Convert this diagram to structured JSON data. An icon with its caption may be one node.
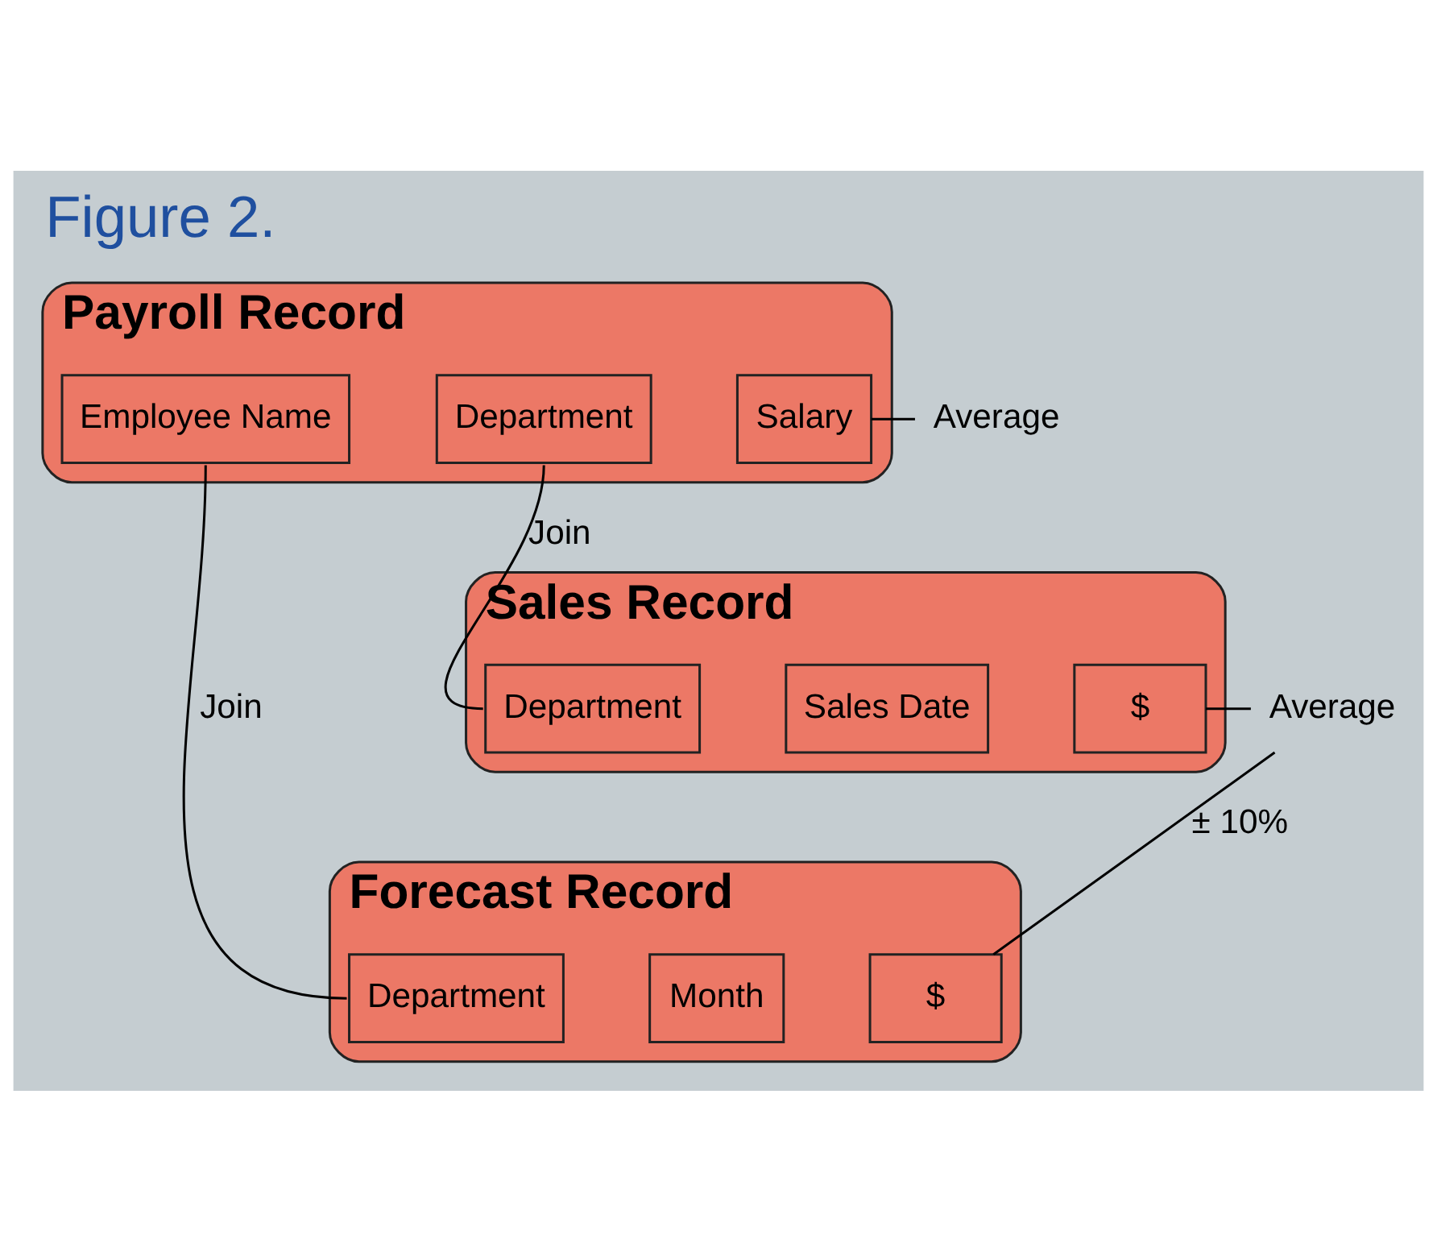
{
  "diagram": {
    "title": "Figure 2.",
    "nodes": [
      {
        "text": [
          "Payroll Record"
        ]
      },
      {
        "text": [
          "Employee Name"
        ],
        "in": 0
      },
      {
        "text": [
          "Department"
        ],
        "in": 0
      },
      {
        "text": [
          "Salary"
        ],
        "in": 0
      },
      {
        "text": [
          "Average"
        ]
      },
      {
        "text": [
          "Sales Record"
        ]
      },
      {
        "text": [
          "Department"
        ],
        "in": 5
      },
      {
        "text": [
          "Sales Date"
        ],
        "in": 5
      },
      {
        "text": [
          "$"
        ],
        "in": 5
      },
      {
        "text": [
          "Average"
        ]
      },
      {
        "text": [
          "Forecast Record"
        ]
      },
      {
        "text": [
          "Department"
        ],
        "in": 10
      },
      {
        "text": [
          "Month"
        ],
        "in": 10
      },
      {
        "text": [
          "$"
        ],
        "in": 10
      }
    ],
    "edges": [
      {
        "from": 3,
        "to": 4,
        "arrow": "none"
      },
      {
        "from": 2,
        "to": 6,
        "arrow": "none",
        "label": "Join"
      },
      {
        "from": 8,
        "to": 9,
        "arrow": "none"
      },
      {
        "from": 9,
        "to": 13,
        "arrow": "none",
        "label": "± 10%"
      },
      {
        "from": 1,
        "to": 11,
        "arrow": "none",
        "label": "Join"
      }
    ]
  }
}
